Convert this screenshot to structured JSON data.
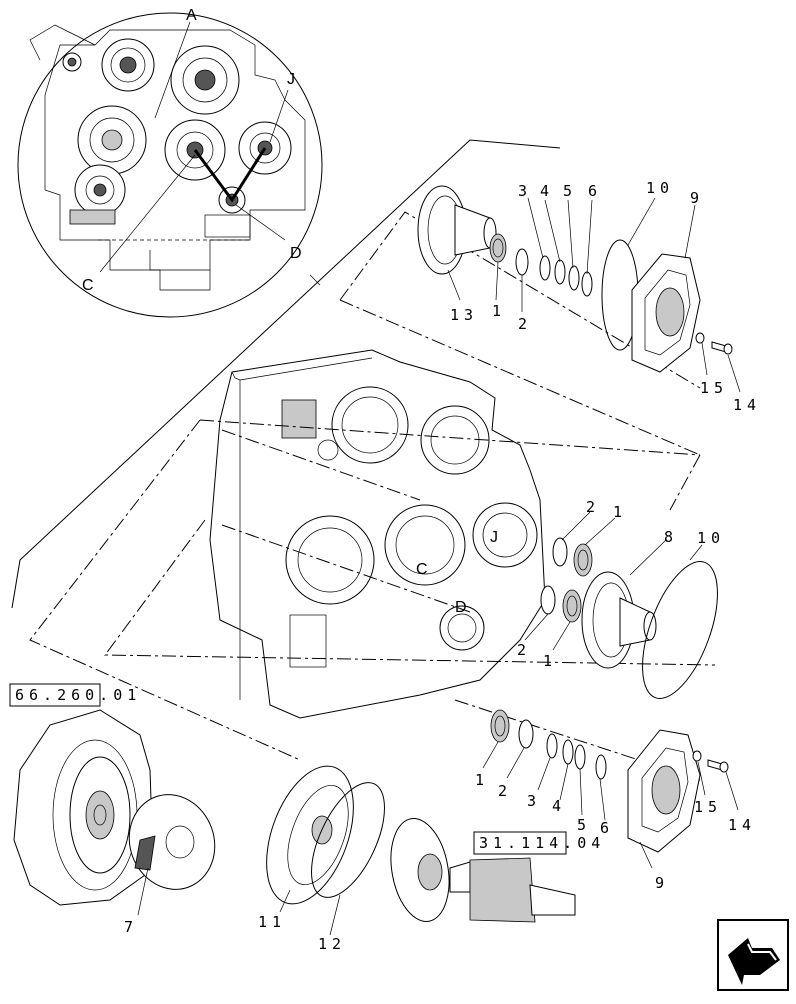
{
  "inset_labels": {
    "A": "A",
    "J": "J",
    "C": "C",
    "D": "D"
  },
  "housing_labels": {
    "J": "J",
    "C": "C",
    "D": "D"
  },
  "callouts": {
    "top": {
      "p13": "13",
      "p1": "1",
      "p2": "2",
      "p3": "3",
      "p4": "4",
      "p5": "5",
      "p6": "6",
      "p10": "10",
      "p9": "9",
      "p15": "15",
      "p14": "14"
    },
    "middle": {
      "p2a": "2",
      "p1a": "1",
      "p8": "8",
      "p10": "10",
      "p2b": "2",
      "p1b": "1"
    },
    "bottom": {
      "p1": "1",
      "p2": "2",
      "p3": "3",
      "p4": "4",
      "p5": "5",
      "p6": "6",
      "p9": "9",
      "p15": "15",
      "p14": "14",
      "p7": "7",
      "p11": "11",
      "p12": "12"
    }
  },
  "references": {
    "left": "66.260.01",
    "right": "31.114.04"
  },
  "nav_icon": "next-page-arrow-icon"
}
